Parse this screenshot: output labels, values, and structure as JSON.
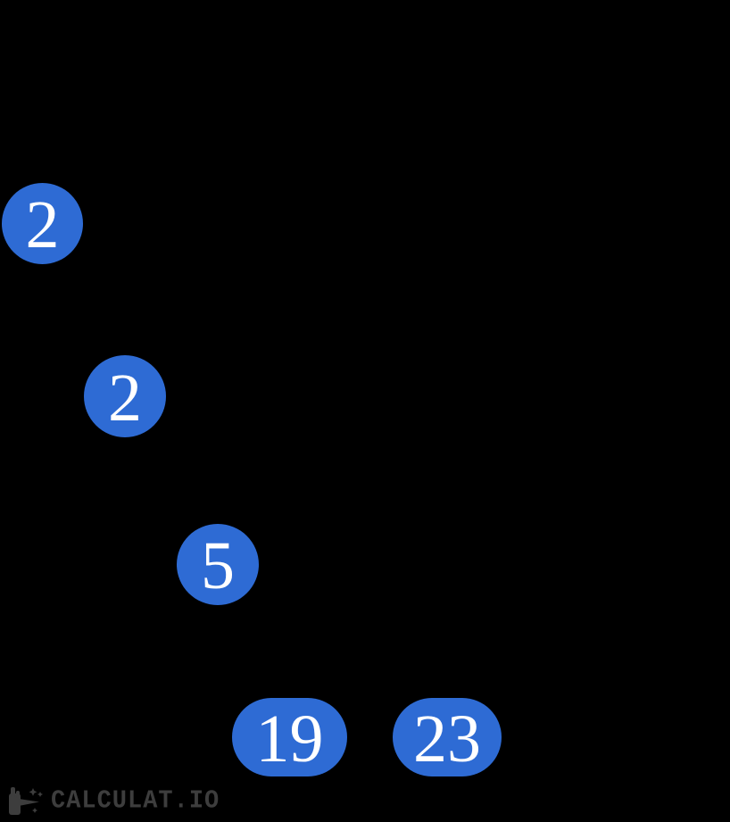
{
  "background_color": "#000000",
  "factor_tree": {
    "description": "prime factor tree leaf nodes (composite numbers and branch lines are not visible against the black background)",
    "node_fill_color": "#2e6bd4",
    "node_text_color": "#ffffff",
    "nodes": [
      {
        "value": "2",
        "shape": "circle"
      },
      {
        "value": "2",
        "shape": "circle"
      },
      {
        "value": "5",
        "shape": "circle"
      },
      {
        "value": "19",
        "shape": "pill"
      },
      {
        "value": "23",
        "shape": "pill"
      }
    ]
  },
  "watermark": {
    "brand": "CALCULAT.IO",
    "icon": "pointing-hand-with-sparkles-icon",
    "color": "#3d3d3d"
  }
}
